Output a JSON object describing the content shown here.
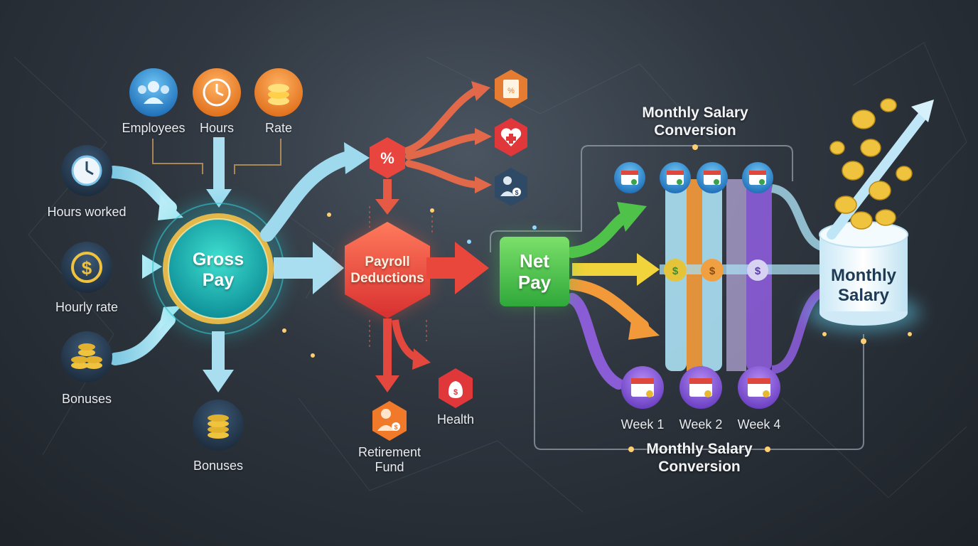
{
  "inputs": {
    "employees": "Employees",
    "hours": "Hours",
    "rate": "Rate",
    "hours_worked": "Hours worked",
    "hourly_rate": "Hourly rate",
    "bonuses_left": "Bonuses",
    "bonuses_bottom": "Bonuses"
  },
  "nodes": {
    "gross_pay": "Gross Pay",
    "payroll_deductions": "Payroll Deductions",
    "net_pay": "Net Pay",
    "monthly_salary": "Monthly Salary"
  },
  "deductions": {
    "retirement_fund": "Retirement Fund",
    "health": "Health"
  },
  "conversion": {
    "title_top": "Monthly Salary Conversion",
    "title_bottom": "Monthly Salary Conversion",
    "weeks": [
      "Week 1",
      "Week 2",
      "Week 4"
    ]
  },
  "colors": {
    "input_arrows": "#9fd9ee",
    "gross_ring": "#e8c24a",
    "deduction_red": "#e8473f",
    "net_green": "#44c04a",
    "salary_cylinder": "#dff2fb",
    "week_purple": "#8a5cd6",
    "bar_yellow": "#f1d33b",
    "bar_orange": "#f29a3a"
  },
  "icons": [
    "employees-icon",
    "clock-icon",
    "coins-icon",
    "dollar-icon",
    "percent-icon",
    "receipt-icon",
    "health-heart-icon",
    "person-dollar-icon",
    "money-bag-icon",
    "calendar-icon",
    "growth-arrow-icon"
  ]
}
